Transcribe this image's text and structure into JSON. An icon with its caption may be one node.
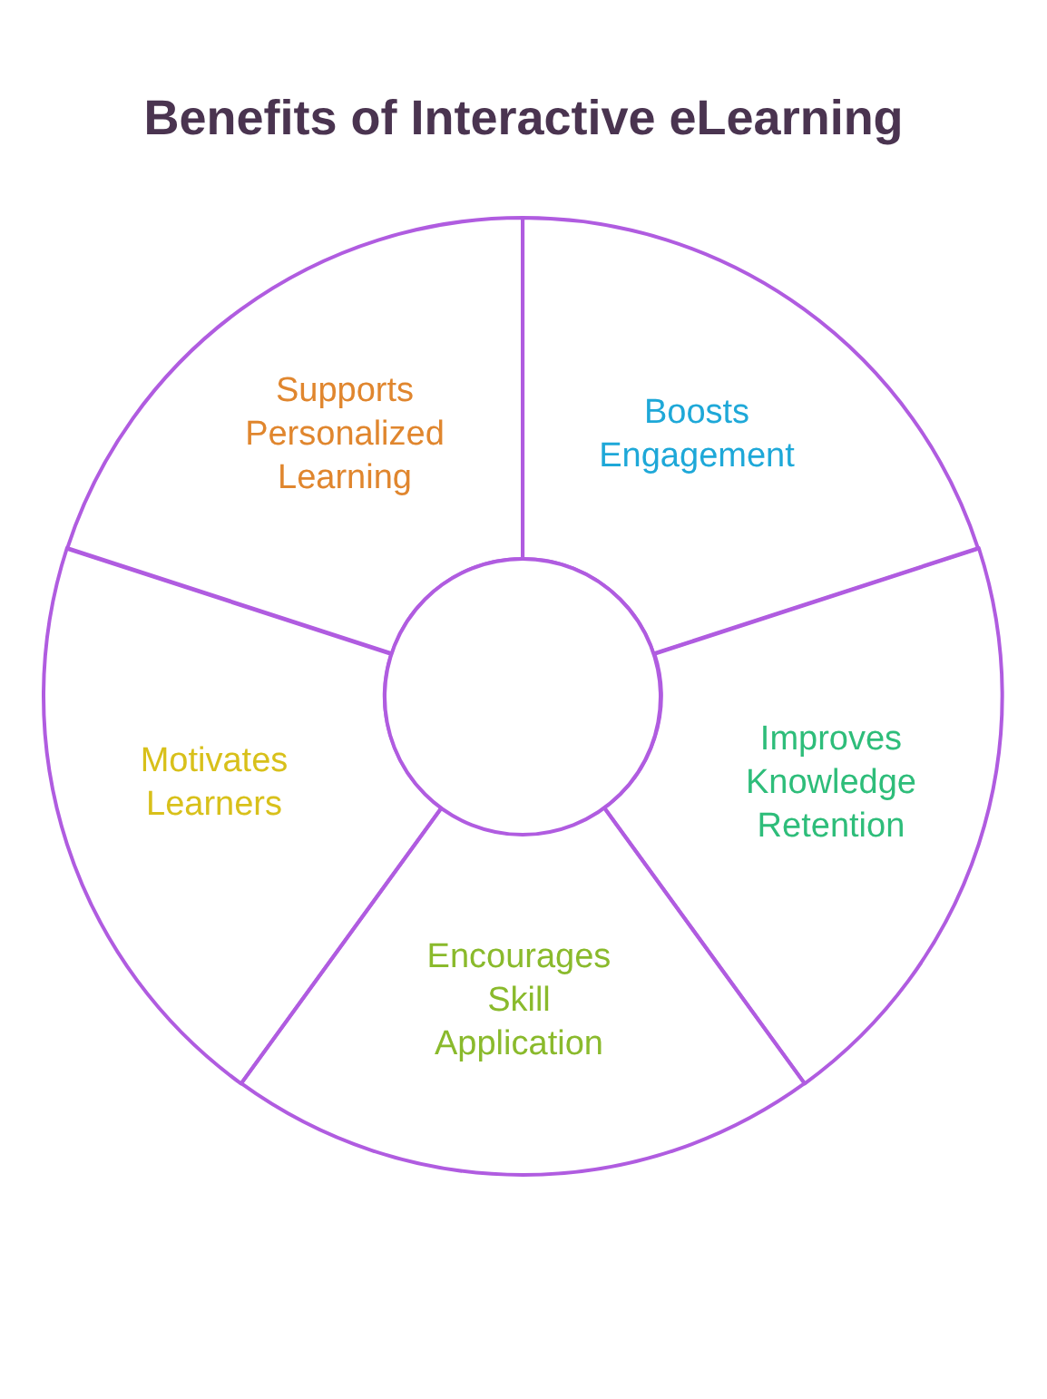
{
  "diagram": {
    "title": "Benefits of Interactive eLearning",
    "nodes": [
      {
        "text": [
          "Supports Personalized Learning"
        ]
      },
      {
        "text": [
          "Boosts Engagement"
        ]
      },
      {
        "text": [
          "Improves Knowledge Retention"
        ]
      },
      {
        "text": [
          "Encourages Skill Application"
        ]
      },
      {
        "text": [
          "Motivates Learners"
        ]
      },
      {
        "text": [],
        "shape": "circle"
      }
    ]
  }
}
